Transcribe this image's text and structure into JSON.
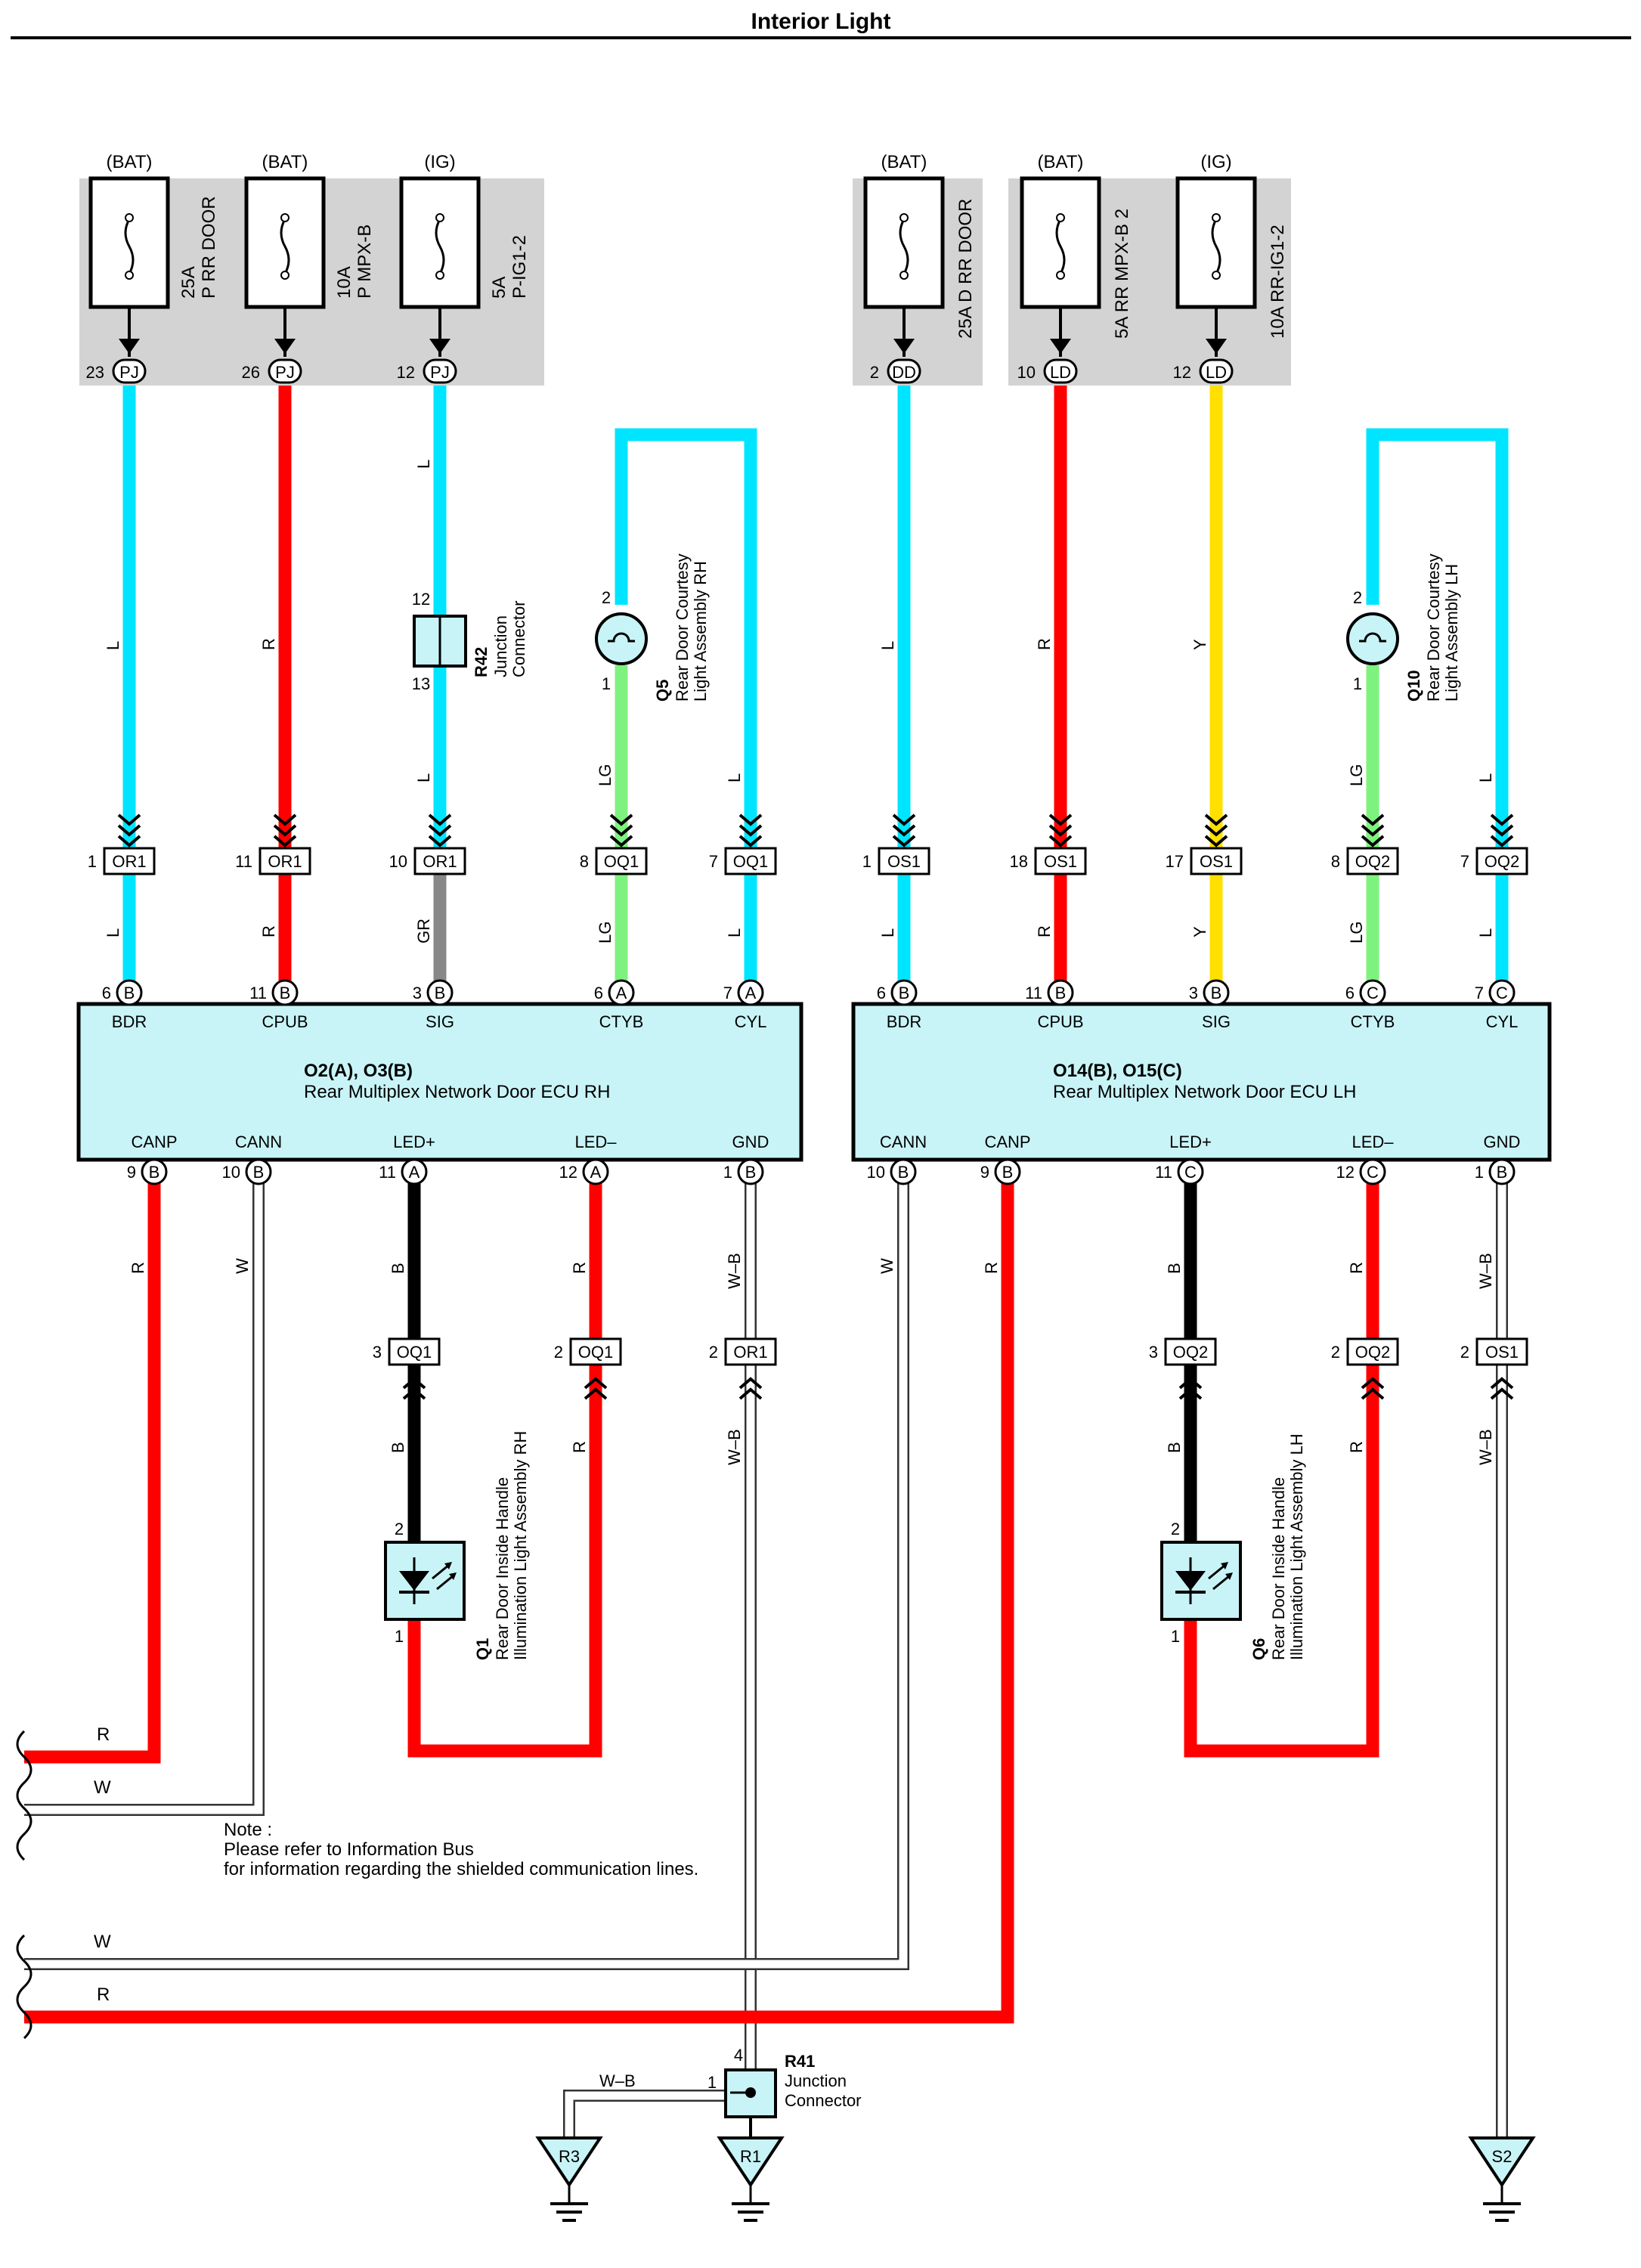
{
  "title": "Interior Light",
  "colors": {
    "L": "#00e5ff",
    "R": "#ff0000",
    "Y": "#ffe000",
    "LG": "#7ef27e",
    "GR": "#888888",
    "B": "#000000",
    "W": "#ffffff",
    "W-B": "#ffffff",
    "fuse_block": "#d3d3d3",
    "component_fill": "#c8f4f7"
  },
  "fuses": [
    {
      "source": "(BAT)",
      "rating": "25A",
      "name": "P RR DOOR",
      "pin": "23",
      "connector": "PJ"
    },
    {
      "source": "(BAT)",
      "rating": "10A",
      "name": "P MPX-B",
      "pin": "26",
      "connector": "PJ"
    },
    {
      "source": "(IG)",
      "rating": "5A",
      "name": "P-IG1-2",
      "pin": "12",
      "connector": "PJ"
    },
    {
      "source": "(BAT)",
      "label": "25A D RR DOOR",
      "pin": "2",
      "connector": "DD"
    },
    {
      "source": "(BAT)",
      "label": "5A RR MPX-B 2",
      "pin": "10",
      "connector": "LD"
    },
    {
      "source": "(IG)",
      "label": "10A RR-IG1-2",
      "pin": "12",
      "connector": "LD"
    }
  ],
  "wire_labels_upper": [
    "L",
    "R",
    "L",
    "L",
    "LG",
    "L",
    "L",
    "R",
    "Y",
    "LG",
    "L"
  ],
  "connectors_mid": [
    {
      "pin": "1",
      "name": "OR1",
      "above": "L",
      "below": "L"
    },
    {
      "pin": "11",
      "name": "OR1",
      "above": "R",
      "below": "R"
    },
    {
      "pin": "10",
      "name": "OR1",
      "above": "L",
      "below": "GR"
    },
    {
      "pin": "8",
      "name": "OQ1",
      "above": "LG",
      "below": "LG"
    },
    {
      "pin": "7",
      "name": "OQ1",
      "above": "L",
      "below": "L"
    },
    {
      "pin": "1",
      "name": "OS1",
      "above": "L",
      "below": "L"
    },
    {
      "pin": "18",
      "name": "OS1",
      "above": "R",
      "below": "R"
    },
    {
      "pin": "17",
      "name": "OS1",
      "above": "Y",
      "below": "Y"
    },
    {
      "pin": "8",
      "name": "OQ2",
      "above": "LG",
      "below": "LG"
    },
    {
      "pin": "7",
      "name": "OQ2",
      "above": "L",
      "below": "L"
    }
  ],
  "r42": {
    "id": "R42",
    "name1": "Junction",
    "name2": "Connector",
    "pin_top": "12",
    "pin_bottom": "13"
  },
  "q5": {
    "id": "Q5",
    "name1": "Rear Door Courtesy",
    "name2": "Light Assembly RH",
    "pin_top": "2",
    "pin_bottom": "1"
  },
  "q10": {
    "id": "Q10",
    "name1": "Rear Door Courtesy",
    "name2": "Light Assembly LH",
    "pin_top": "2",
    "pin_bottom": "1"
  },
  "ecu_rh": {
    "id": "O2(A), O3(B)",
    "name": "Rear Multiplex Network Door ECU RH",
    "top_pins": [
      {
        "num": "6",
        "conn": "B",
        "label": "BDR"
      },
      {
        "num": "11",
        "conn": "B",
        "label": "CPUB"
      },
      {
        "num": "3",
        "conn": "B",
        "label": "SIG"
      },
      {
        "num": "6",
        "conn": "A",
        "label": "CTYB"
      },
      {
        "num": "7",
        "conn": "A",
        "label": "CYL"
      }
    ],
    "bottom_pins": [
      {
        "num": "9",
        "conn": "B",
        "label": "CANP"
      },
      {
        "num": "10",
        "conn": "B",
        "label": "CANN"
      },
      {
        "num": "11",
        "conn": "A",
        "label": "LED+"
      },
      {
        "num": "12",
        "conn": "A",
        "label": "LED–"
      },
      {
        "num": "1",
        "conn": "B",
        "label": "GND"
      }
    ]
  },
  "ecu_lh": {
    "id": "O14(B), O15(C)",
    "name": "Rear Multiplex Network Door ECU LH",
    "top_pins": [
      {
        "num": "6",
        "conn": "B",
        "label": "BDR"
      },
      {
        "num": "11",
        "conn": "B",
        "label": "CPUB"
      },
      {
        "num": "3",
        "conn": "B",
        "label": "SIG"
      },
      {
        "num": "6",
        "conn": "C",
        "label": "CTYB"
      },
      {
        "num": "7",
        "conn": "C",
        "label": "CYL"
      }
    ],
    "bottom_pins": [
      {
        "num": "10",
        "conn": "B",
        "label": "CANN"
      },
      {
        "num": "9",
        "conn": "B",
        "label": "CANP"
      },
      {
        "num": "11",
        "conn": "C",
        "label": "LED+"
      },
      {
        "num": "12",
        "conn": "C",
        "label": "LED–"
      },
      {
        "num": "1",
        "conn": "B",
        "label": "GND"
      }
    ]
  },
  "wire_labels_lower": [
    "R",
    "W",
    "B",
    "R",
    "W–B",
    "W",
    "R",
    "B",
    "R",
    "W–B"
  ],
  "connectors_low": [
    {
      "pin": "3",
      "name": "OQ1"
    },
    {
      "pin": "2",
      "name": "OQ1"
    },
    {
      "pin": "2",
      "name": "OR1"
    },
    {
      "pin": "3",
      "name": "OQ2"
    },
    {
      "pin": "2",
      "name": "OQ2"
    },
    {
      "pin": "2",
      "name": "OS1"
    }
  ],
  "wire_labels_lower2": [
    "B",
    "R",
    "W–B",
    "B",
    "R",
    "W–B"
  ],
  "q1": {
    "id": "Q1",
    "name1": "Rear Door Inside Handle",
    "name2": "Illumination Light Assembly RH",
    "pin_top": "2",
    "pin_bottom": "1"
  },
  "q6": {
    "id": "Q6",
    "name1": "Rear Door Inside Handle",
    "name2": "Illumination Light Assembly LH",
    "pin_top": "2",
    "pin_bottom": "1"
  },
  "bus_labels": [
    "R",
    "W",
    "W",
    "R"
  ],
  "note": {
    "line1": "Note :",
    "line2": "Please refer to Information Bus",
    "line3": "for information regarding the shielded communication lines."
  },
  "r41": {
    "id": "R41",
    "name1": "Junction",
    "name2": "Connector",
    "pin_top": "4",
    "pin_left": "1",
    "wire": "W–B"
  },
  "grounds": [
    "R3",
    "R1",
    "S2"
  ]
}
